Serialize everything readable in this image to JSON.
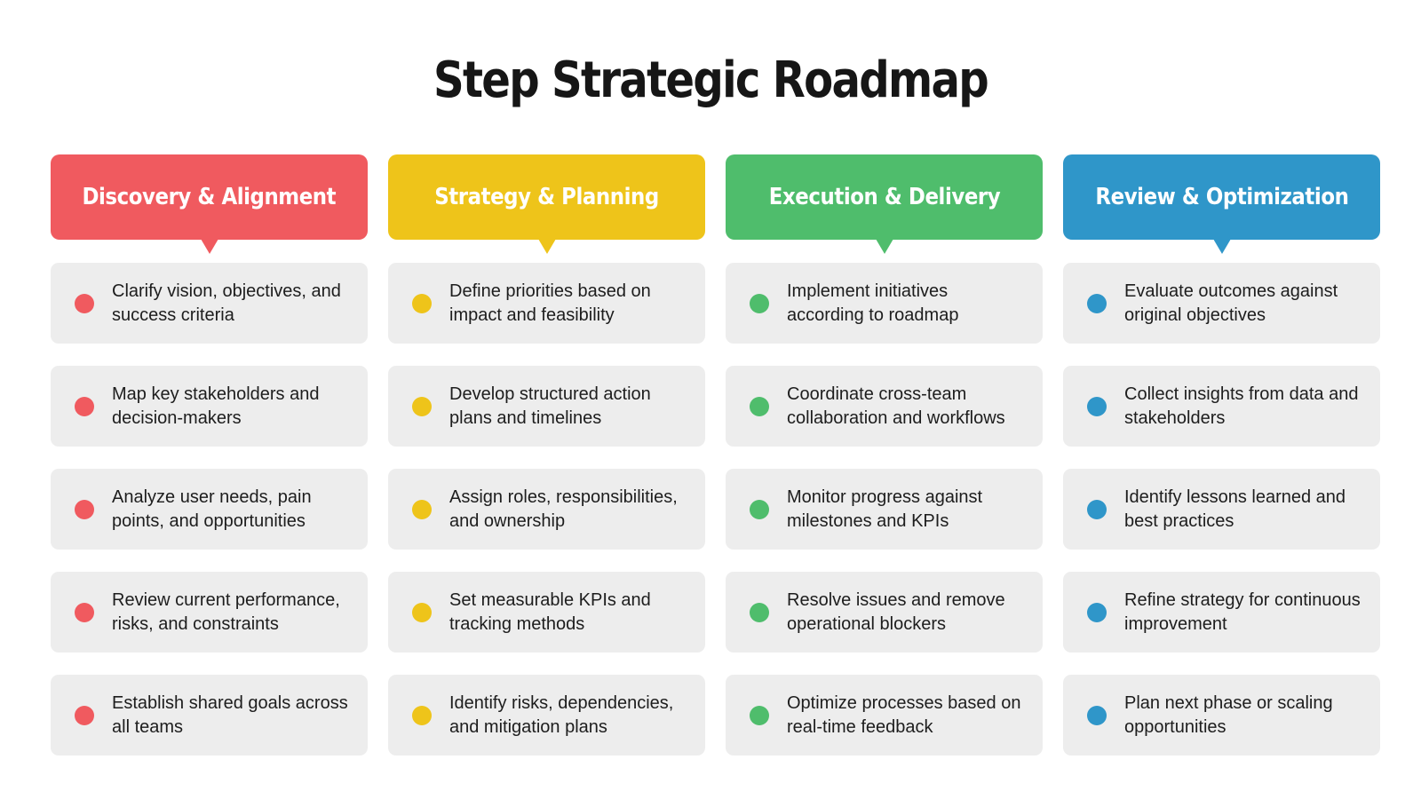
{
  "title": "Step Strategic Roadmap",
  "columns": [
    {
      "heading": "Discovery & Alignment",
      "color": "#f05a5f",
      "items": [
        "Clarify vision, objectives, and success criteria",
        "Map key stakeholders and decision-makers",
        "Analyze user needs, pain points, and opportunities",
        "Review current performance, risks, and constraints",
        "Establish shared goals across all teams"
      ]
    },
    {
      "heading": "Strategy & Planning",
      "color": "#eec41a",
      "items": [
        "Define priorities based on impact and feasibility",
        "Develop structured action plans and timelines",
        "Assign roles, responsibilities, and ownership",
        "Set measurable KPIs and tracking methods",
        "Identify risks, dependencies, and mitigation plans"
      ]
    },
    {
      "heading": "Execution & Delivery",
      "color": "#4fbd6c",
      "items": [
        "Implement initiatives according to roadmap",
        "Coordinate cross-team collaboration and workflows",
        "Monitor progress against milestones and KPIs",
        "Resolve issues and remove operational blockers",
        "Optimize processes based on real-time feedback"
      ]
    },
    {
      "heading": "Review & Optimization",
      "color": "#2f96c9",
      "items": [
        "Evaluate outcomes against original objectives",
        "Collect insights from data and stakeholders",
        "Identify lessons learned and best practices",
        "Refine strategy for continuous improvement",
        "Plan next phase or scaling opportunities"
      ]
    }
  ]
}
